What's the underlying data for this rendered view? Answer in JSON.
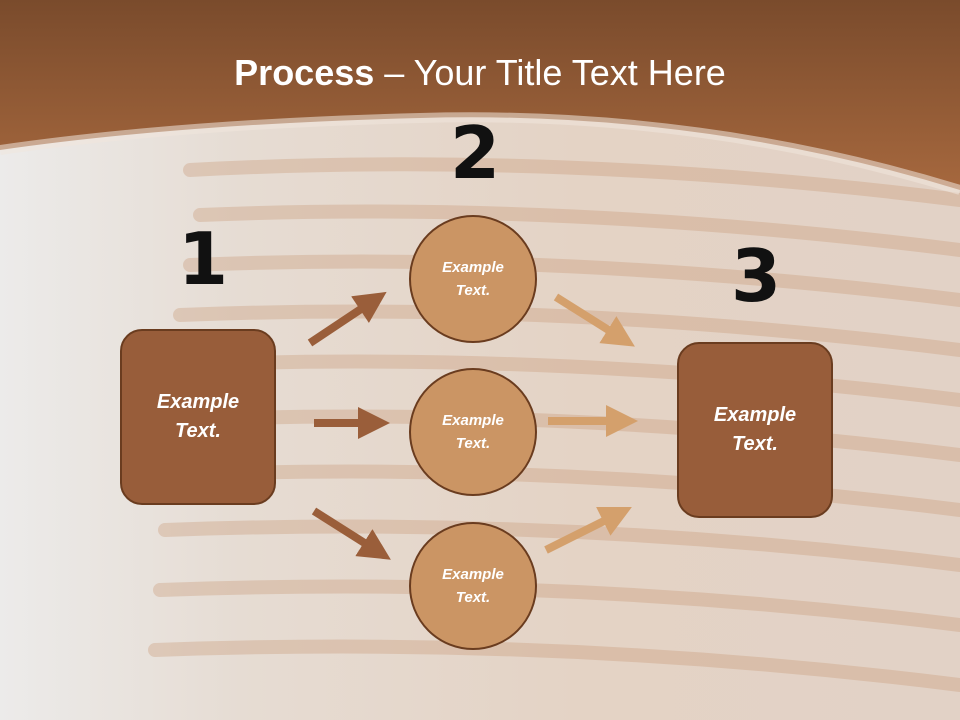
{
  "title": {
    "bold": "Process",
    "rest": " – Your Title Text Here"
  },
  "colors": {
    "header_brown": "#9a5e38",
    "box_fill": "#985d3a",
    "circle_fill": "#cb9564",
    "arrow_dark": "#9a5e3a",
    "arrow_light": "#d4a06c"
  },
  "steps": {
    "one": "1",
    "two": "2",
    "three": "3"
  },
  "box_left": {
    "line1": "Example",
    "line2": "Text."
  },
  "box_right": {
    "line1": "Example",
    "line2": "Text."
  },
  "circles": [
    {
      "line1": "Example",
      "line2": "Text."
    },
    {
      "line1": "Example",
      "line2": "Text."
    },
    {
      "line1": "Example",
      "line2": "Text."
    }
  ]
}
